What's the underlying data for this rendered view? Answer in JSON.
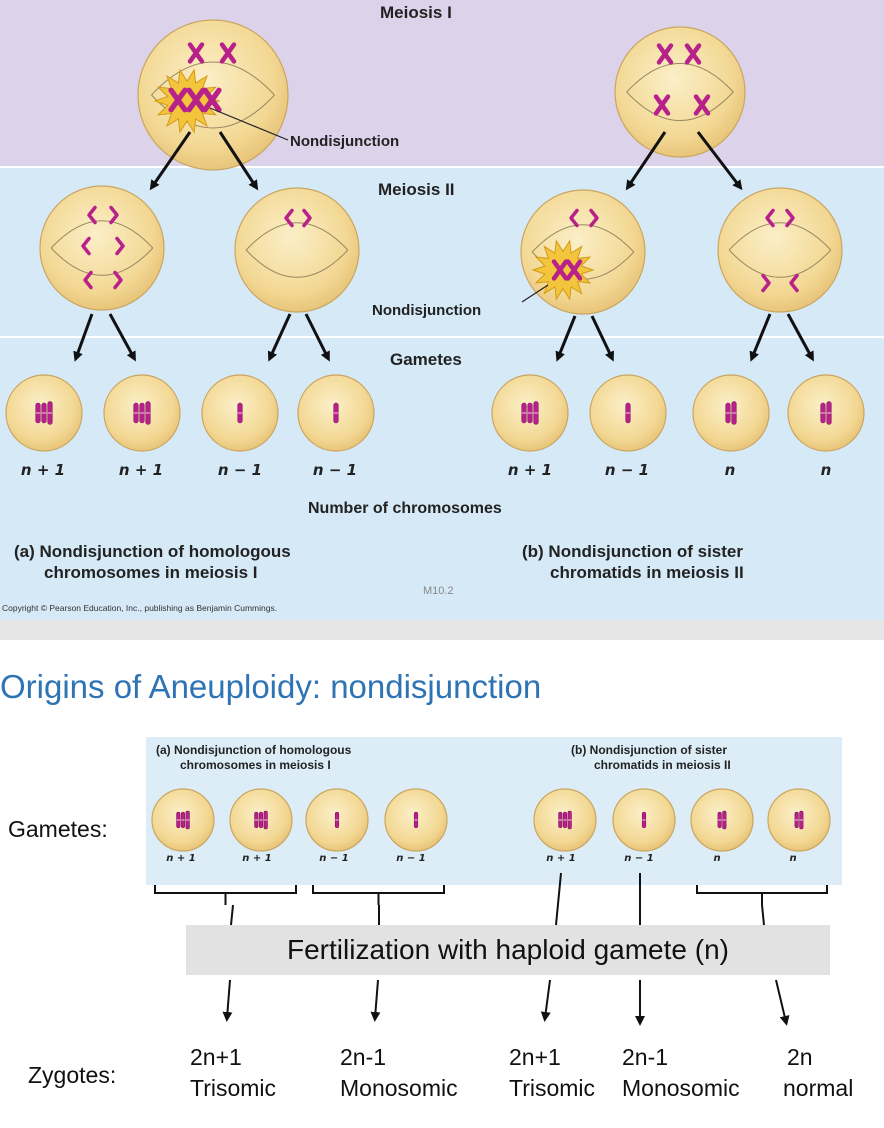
{
  "figure": {
    "stages": {
      "meiosis1": "Meiosis I",
      "meiosis2": "Meiosis II",
      "gametes": "Gametes"
    },
    "nondisjunction_label": "Nondisjunction",
    "axis_label": "Number of chromosomes",
    "gamete_counts": [
      "n + 1",
      "n + 1",
      "n − 1",
      "n − 1",
      "n + 1",
      "n − 1",
      "n",
      "n"
    ],
    "caption_a": [
      "(a) Nondisjunction of homologous",
      "chromosomes in meiosis I"
    ],
    "caption_b": [
      "(b) Nondisjunction of sister",
      "chromatids in meiosis II"
    ],
    "ref": "M10.2",
    "copyright": "Copyright © Pearson Education, Inc., publishing as Benjamin Cummings."
  },
  "title": "Origins of Aneuploidy: nondisjunction",
  "lower": {
    "gametes_label": "Gametes:",
    "zygotes_label": "Zygotes:",
    "fertilization": "Fertilization with haploid gamete (n)",
    "zygotes": [
      {
        "count": "2n+1",
        "type": "Trisomic"
      },
      {
        "count": "2n-1",
        "type": "Monosomic"
      },
      {
        "count": "2n+1",
        "type": "Trisomic"
      },
      {
        "count": "2n-1",
        "type": "Monosomic"
      },
      {
        "count": "2n",
        "type": "normal"
      }
    ]
  },
  "colors": {
    "meiosis1_band": "#dcd3ea",
    "meiosis2_band": "#d6e9f7",
    "gametes_band": "#d6e9f7",
    "cell_fill": "#f6dea0",
    "chromosome": "#b8208a",
    "burst": "#f3c53c",
    "title_blue": "#2e74b5"
  }
}
